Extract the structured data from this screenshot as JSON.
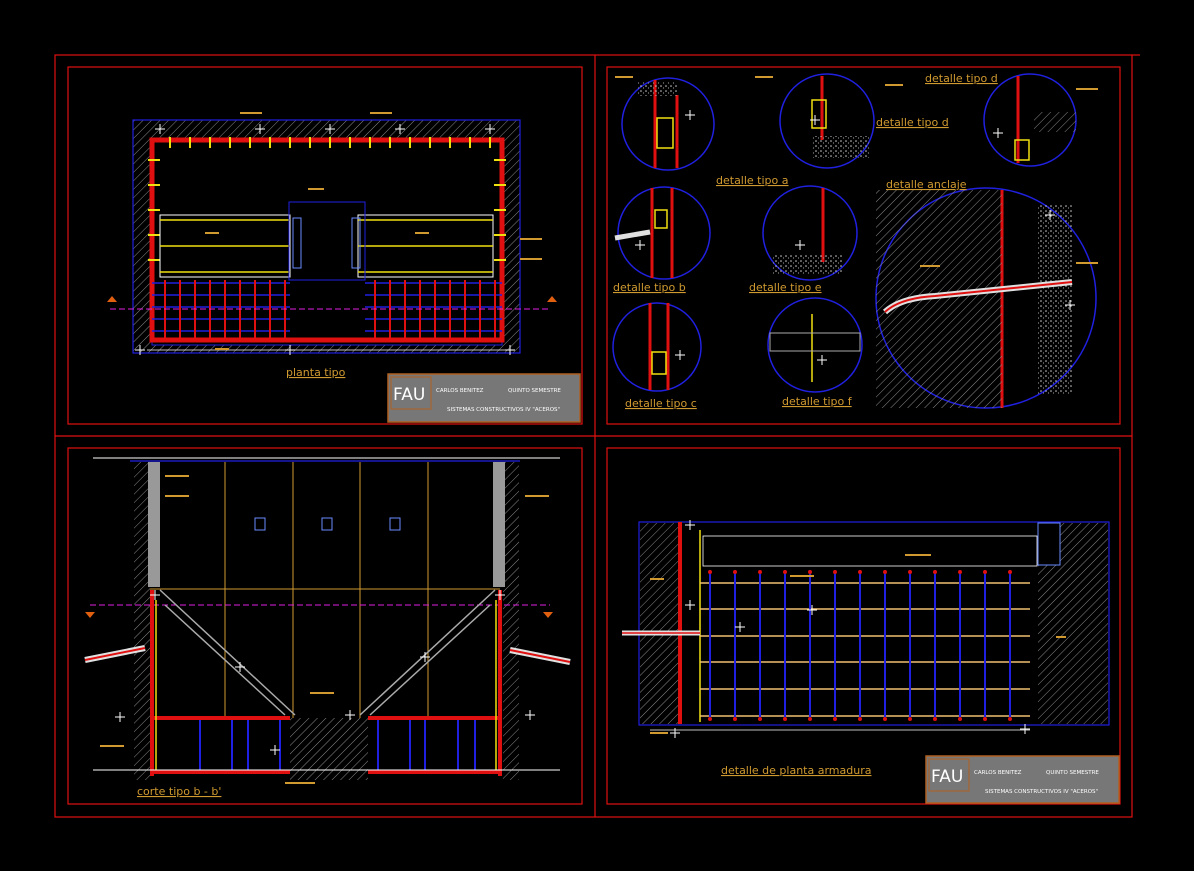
{
  "labels": {
    "planta": "planta tipo",
    "corte": "corte tipo b - b'",
    "detalle_armadura": "detalle de planta armadura",
    "d_a": "detalle tipo a",
    "d_b": "detalle tipo b",
    "d_c": "detalle tipo c",
    "d_d": "detalle tipo d",
    "d_d2": "detalle tipo d",
    "d_e": "detalle tipo e",
    "d_f": "detalle tipo f",
    "d_anclaje": "detalle anclaje"
  },
  "title_block": {
    "logo": "FAU",
    "author": "CARLOS BENITEZ",
    "semester": "QUINTO SEMESTRE",
    "course": "SISTEMAS CONSTRUCTIVOS IV \"ACEROS\""
  },
  "title_block_2": {
    "logo": "FAU",
    "author": "CARLOS BENITEZ",
    "semester": "QUINTO SEMESTRE",
    "course": "SISTEMAS CONSTRUCTIVOS IV \"ACEROS\""
  },
  "colors": {
    "frame": "#e01010",
    "label": "#d09a30",
    "wall": "#e01010",
    "blue": "#2020e0",
    "yellow": "#f0e010",
    "magenta": "#e020e0",
    "hatch": "#808080",
    "titleblock": "#777777"
  }
}
